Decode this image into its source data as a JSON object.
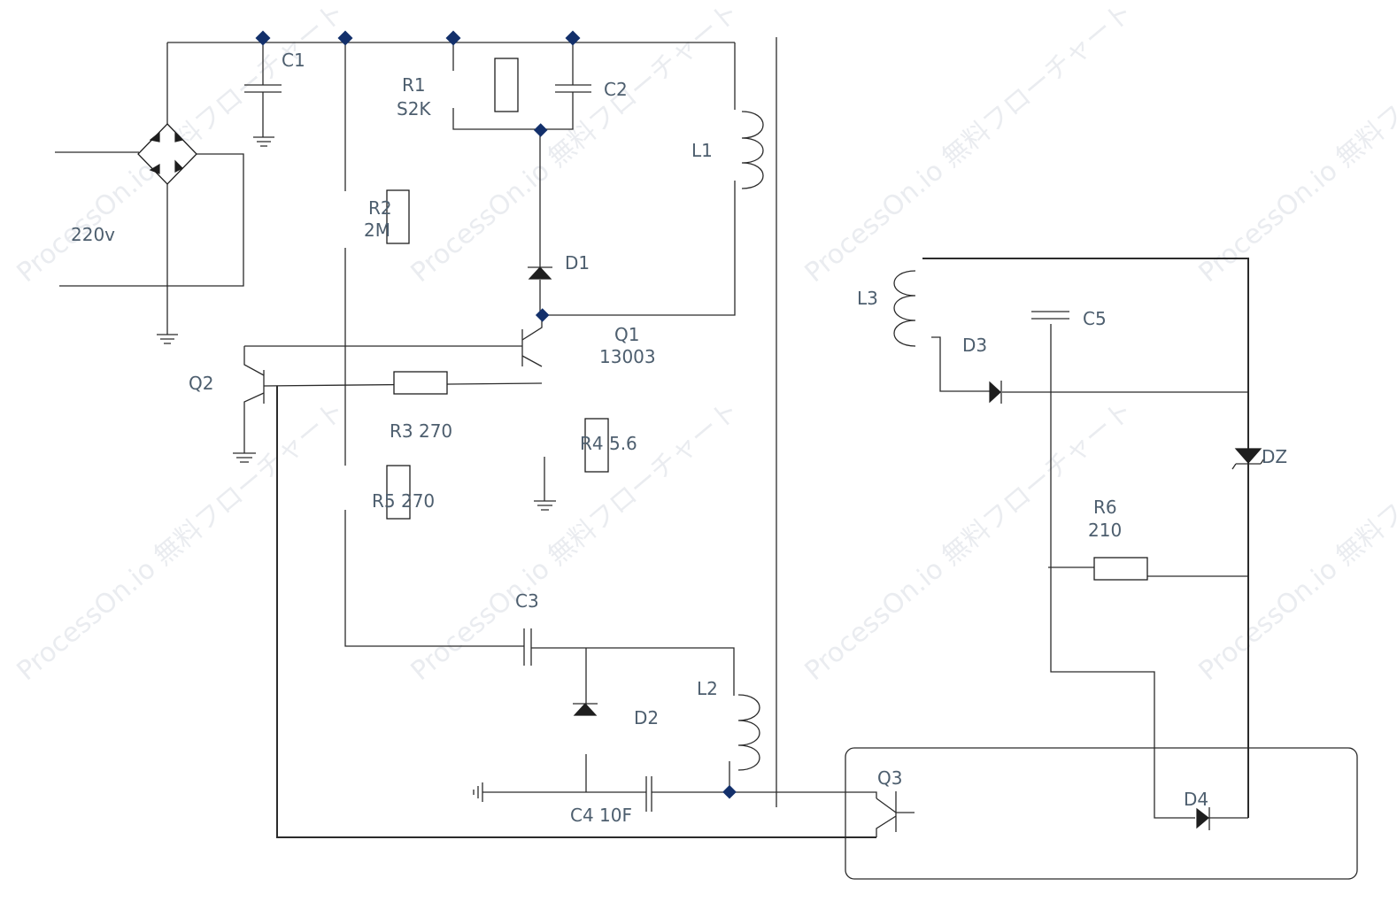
{
  "watermark": "ProcessOn.io 無料フローチャート",
  "labels": {
    "source": "220v",
    "c1": "C1",
    "c2": "C2",
    "c3": "C3",
    "c4": "C4 10F",
    "c5": "C5",
    "r1_name": "R1",
    "r1_value": "S2K",
    "r2_name": "R2",
    "r2_value": "2M",
    "r3": "R3 270",
    "r4": "R4 5.6",
    "r5": "R5 270",
    "r6_name": "R6",
    "r6_value": "210",
    "l1": "L1",
    "l2": "L2",
    "l3": "L3",
    "d1": "D1",
    "d2": "D2",
    "d3": "D3",
    "d4": "D4",
    "dz": "DZ",
    "q1_name": "Q1",
    "q1_value": "13003",
    "q2": "Q2",
    "q3": "Q3"
  },
  "colors": {
    "wire": "#2b2b2b",
    "label": "#4d5e6e",
    "junction": "#13306b",
    "watermark": "#d9dee4"
  }
}
